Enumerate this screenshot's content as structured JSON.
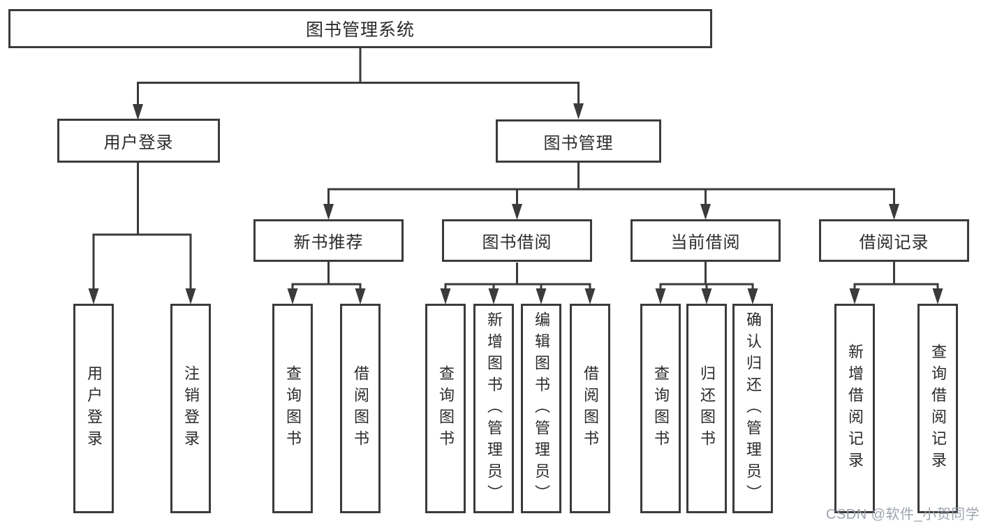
{
  "tree": {
    "root": "图书管理系统",
    "branches": [
      {
        "label": "用户登录",
        "children": [
          "用户登录",
          "注销登录"
        ]
      },
      {
        "label": "图书管理",
        "groups": [
          {
            "label": "新书推荐",
            "children": [
              "查询图书",
              "借阅图书"
            ]
          },
          {
            "label": "图书借阅",
            "children": [
              "查询图书",
              "新增图书（管理员）",
              "编辑图书（管理员）",
              "借阅图书"
            ]
          },
          {
            "label": "当前借阅",
            "children": [
              "查询图书",
              "归还图书",
              "确认归还（管理员）"
            ]
          },
          {
            "label": "借阅记录",
            "children": [
              "新增借阅记录",
              "查询借阅记录"
            ]
          }
        ]
      }
    ]
  },
  "watermark": "CSDN @软件_小贺同学",
  "colors": {
    "line": "#3b3b3b",
    "text": "#2b2b2b",
    "background": "#ffffff",
    "watermark": "#9aa0ab"
  }
}
